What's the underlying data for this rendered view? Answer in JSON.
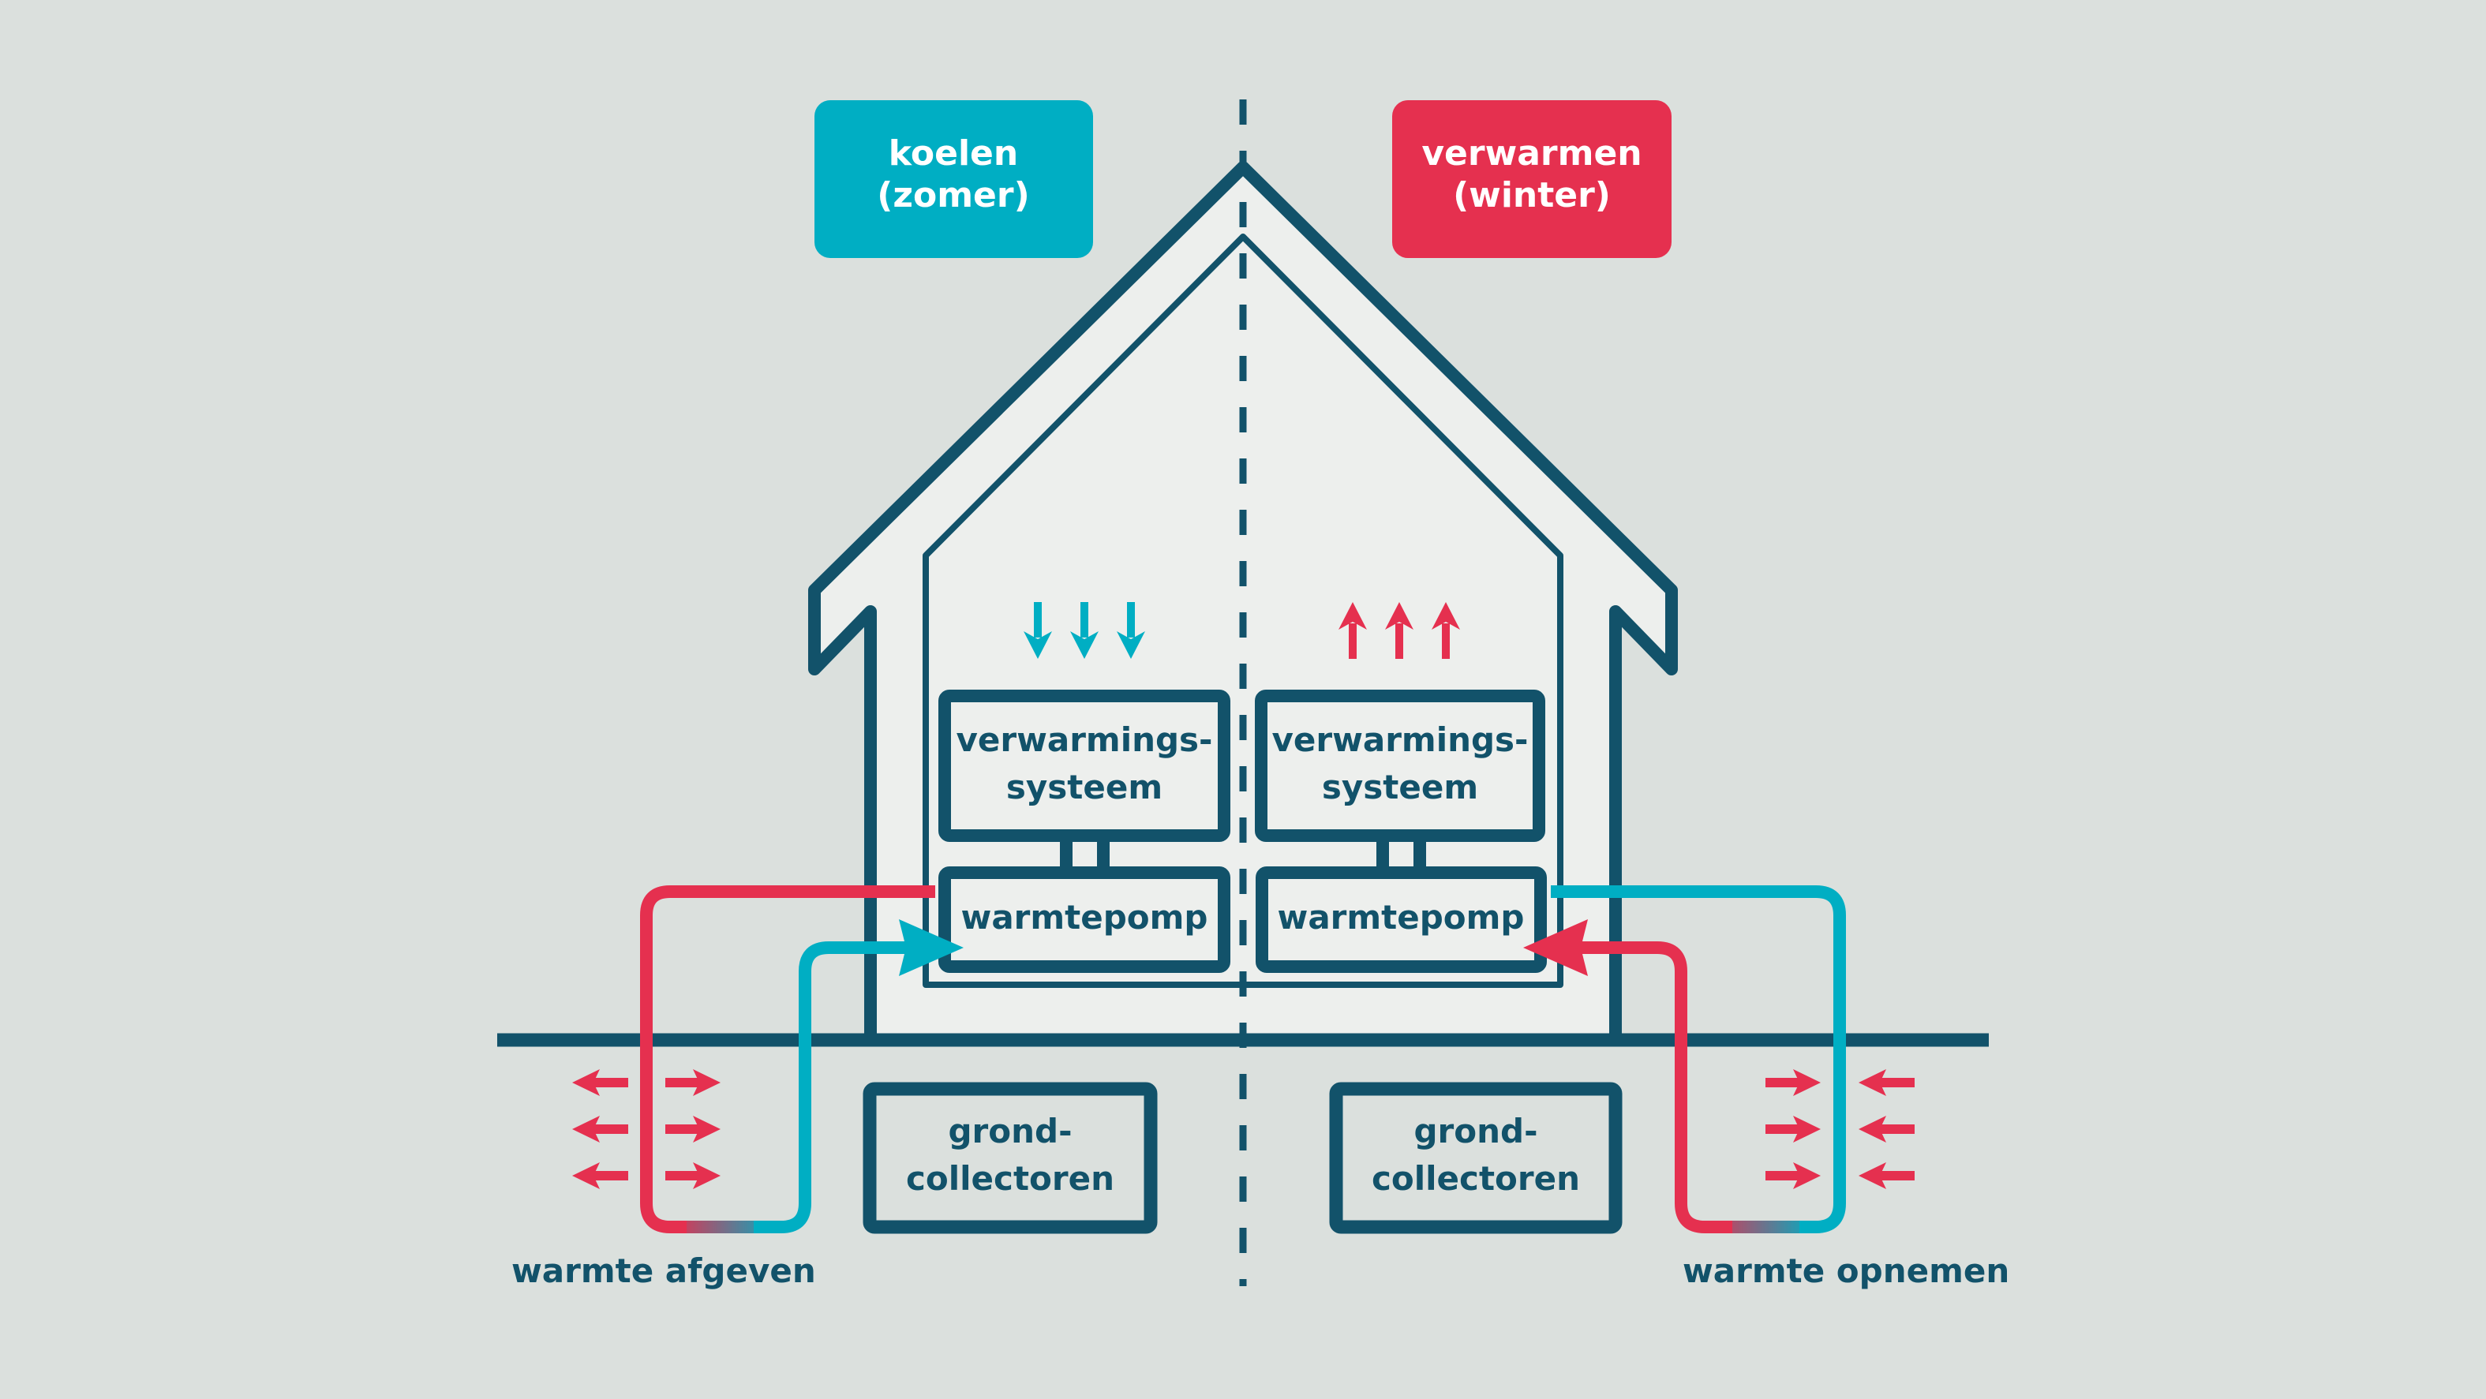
{
  "title": "Warmtepomp: koelen (zomer) en verwarmen (winter)",
  "colors": {
    "background": "#dbe0dd",
    "house_fill": "#edefed",
    "outline": "#12526a",
    "cool": "#00aec3",
    "warm": "#e5304f"
  },
  "modes": {
    "cooling": {
      "line1": "koelen",
      "line2": "(zomer)",
      "color": "#00aec3",
      "indoor_arrows": "down",
      "indoor_arrow_count": 3
    },
    "heating": {
      "line1": "verwarmen",
      "line2": "(winter)",
      "color": "#e5304f",
      "indoor_arrows": "up",
      "indoor_arrow_count": 3
    }
  },
  "left": {
    "heating_system": {
      "line1": "verwarmings-",
      "line2": "systeem"
    },
    "heat_pump": "warmtepomp",
    "collectors": {
      "line1": "grond-",
      "line2": "collectoren"
    },
    "ground_label": "warmte afgeven",
    "ground_arrows": "outward"
  },
  "right": {
    "heating_system": {
      "line1": "verwarmings-",
      "line2": "systeem"
    },
    "heat_pump": "warmtepomp",
    "collectors": {
      "line1": "grond-",
      "line2": "collectoren"
    },
    "ground_label": "warmte opnemen",
    "ground_arrows": "inward"
  }
}
